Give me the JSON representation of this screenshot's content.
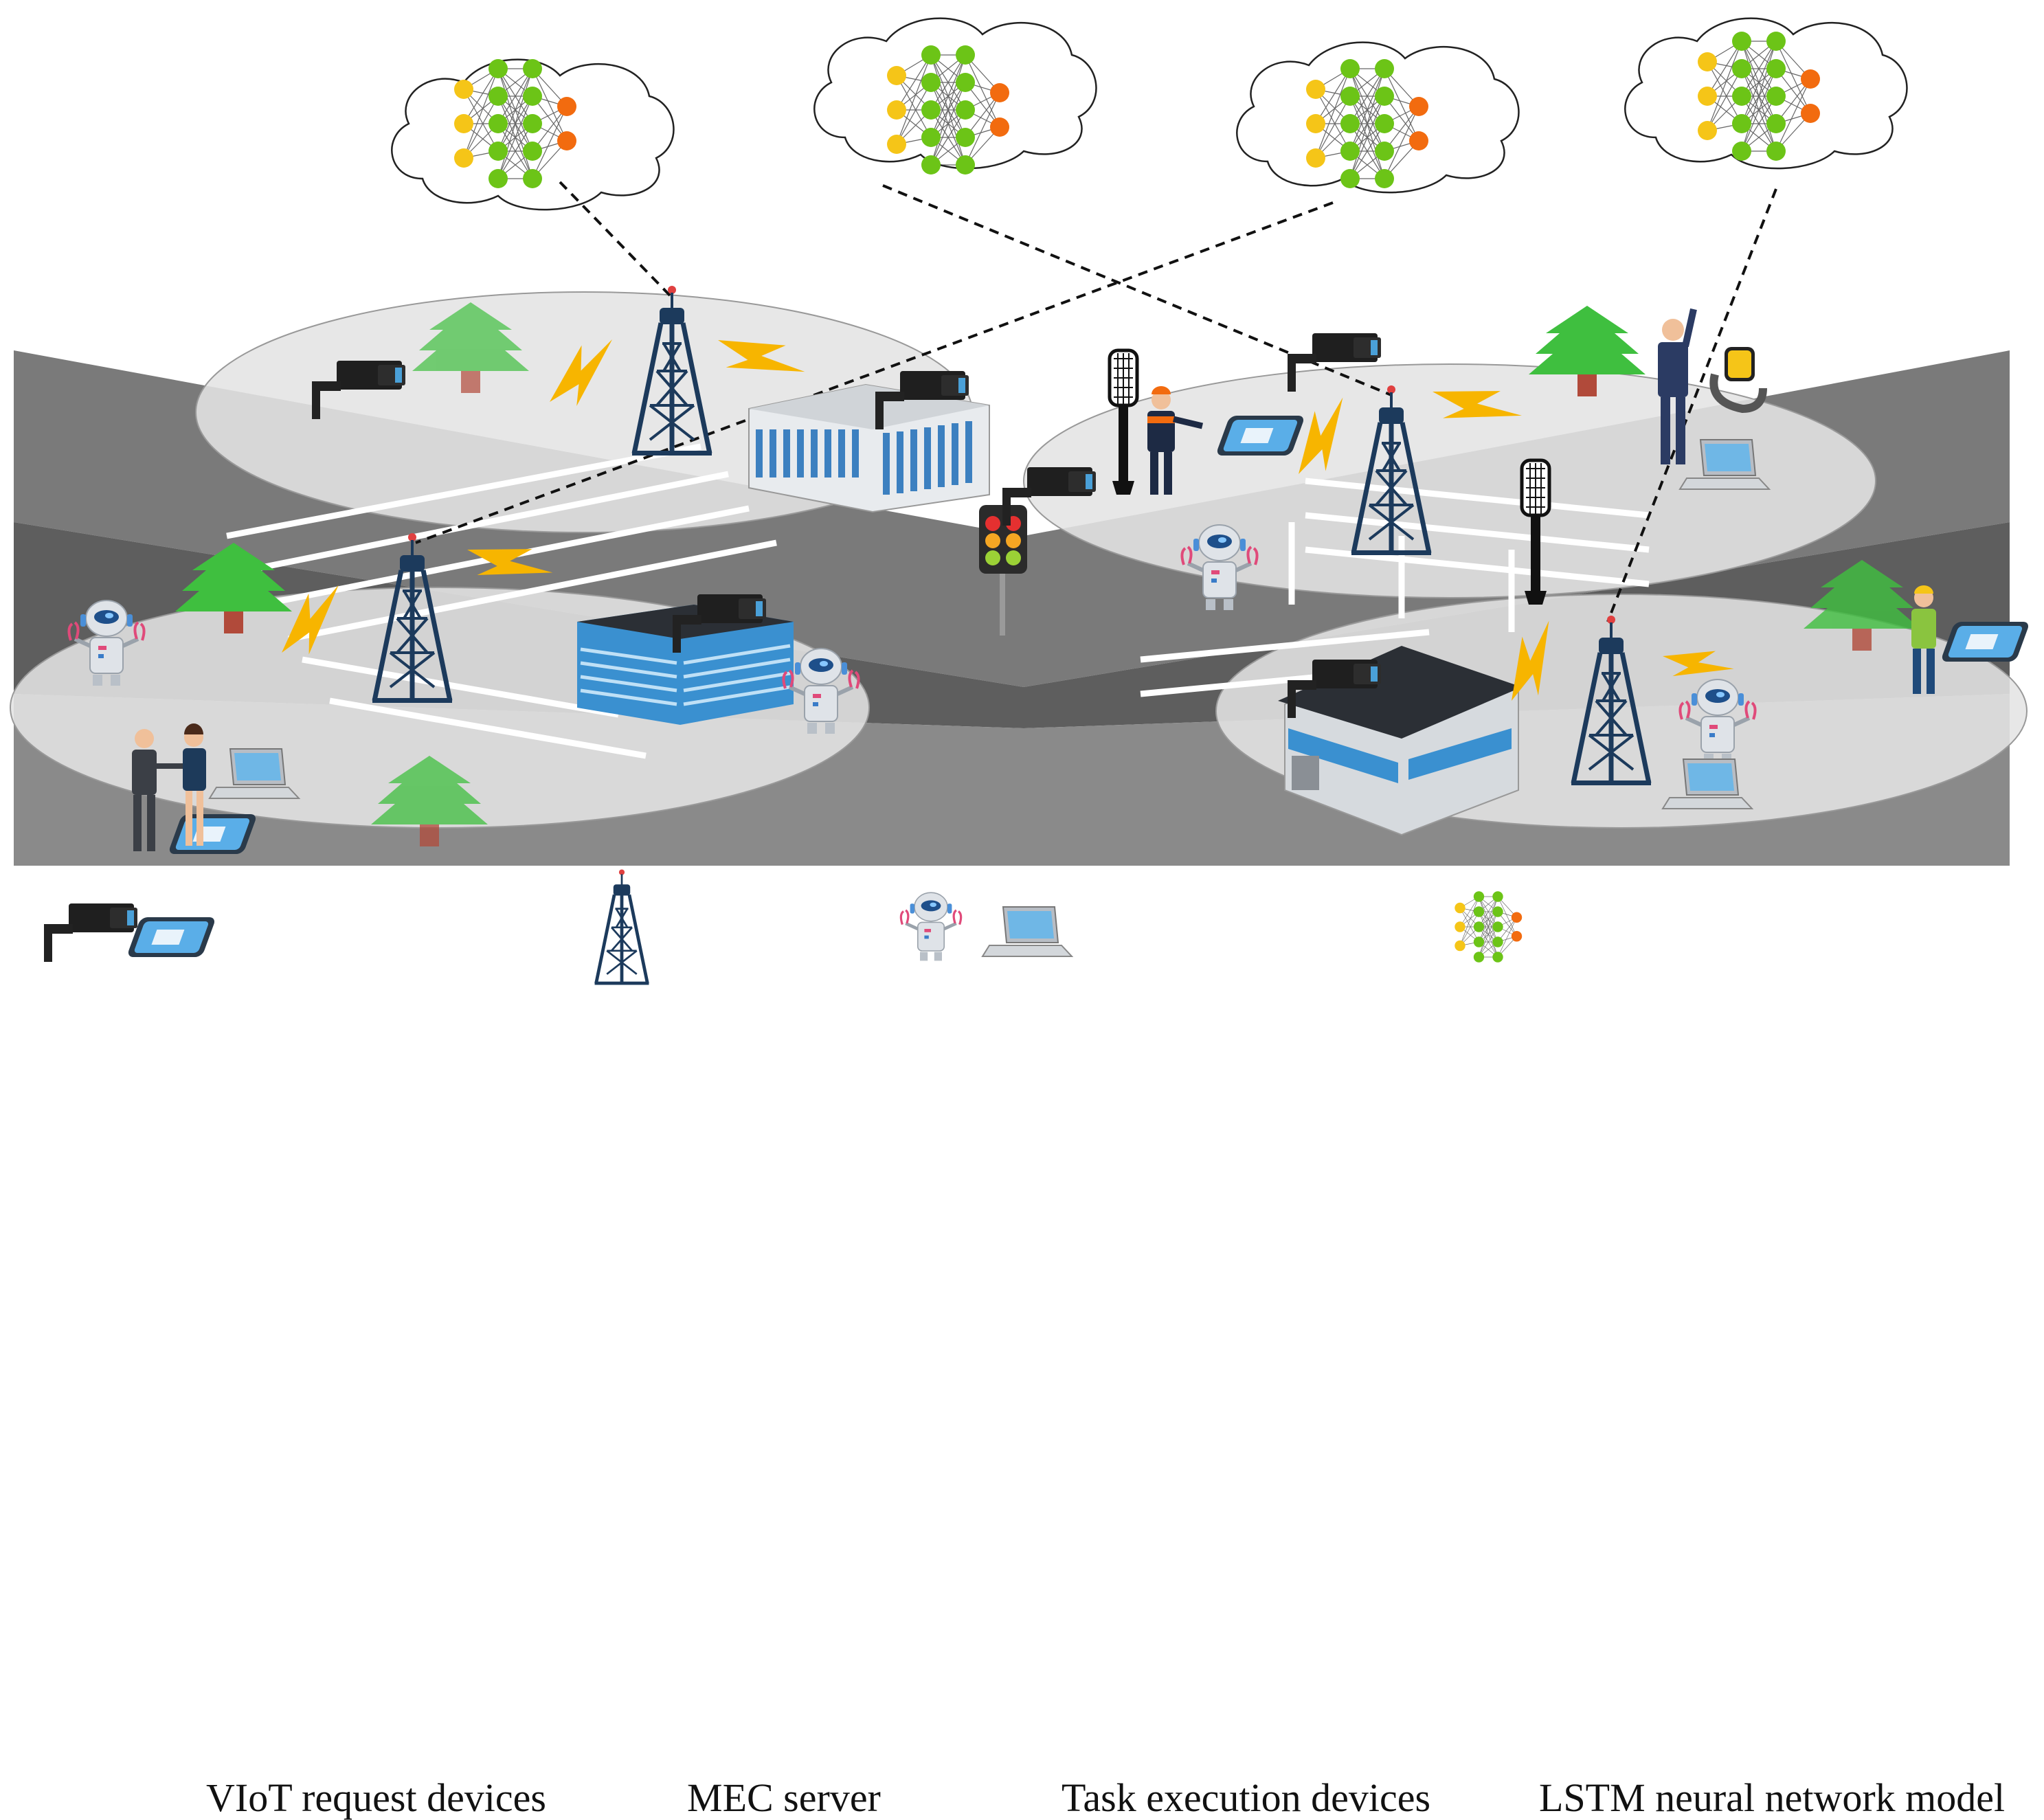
{
  "legend": {
    "viot_request_devices": "VIoT request devices",
    "mec_server": "MEC server",
    "task_execution_devices": "Task execution devices",
    "lstm_model": "LSTM neural network model"
  },
  "colors": {
    "nn_input": "#f5c518",
    "nn_hidden": "#6cc417",
    "nn_output": "#f26b0f",
    "tower": "#1c3a5c",
    "lightning": "#f7b500",
    "road_dark": "#6b6b6b",
    "road_light": "#c8c8c8",
    "coverage_area": "#d9d9d9",
    "tree": "#3fbf3f",
    "building_blue": "#3a90d0"
  },
  "icons": {
    "camera": "cctv-camera-icon",
    "tablet": "tablet-icon",
    "tower": "mec-tower-icon",
    "robot": "robot-icon",
    "laptop": "laptop-icon",
    "neural_net": "neural-network-icon"
  }
}
